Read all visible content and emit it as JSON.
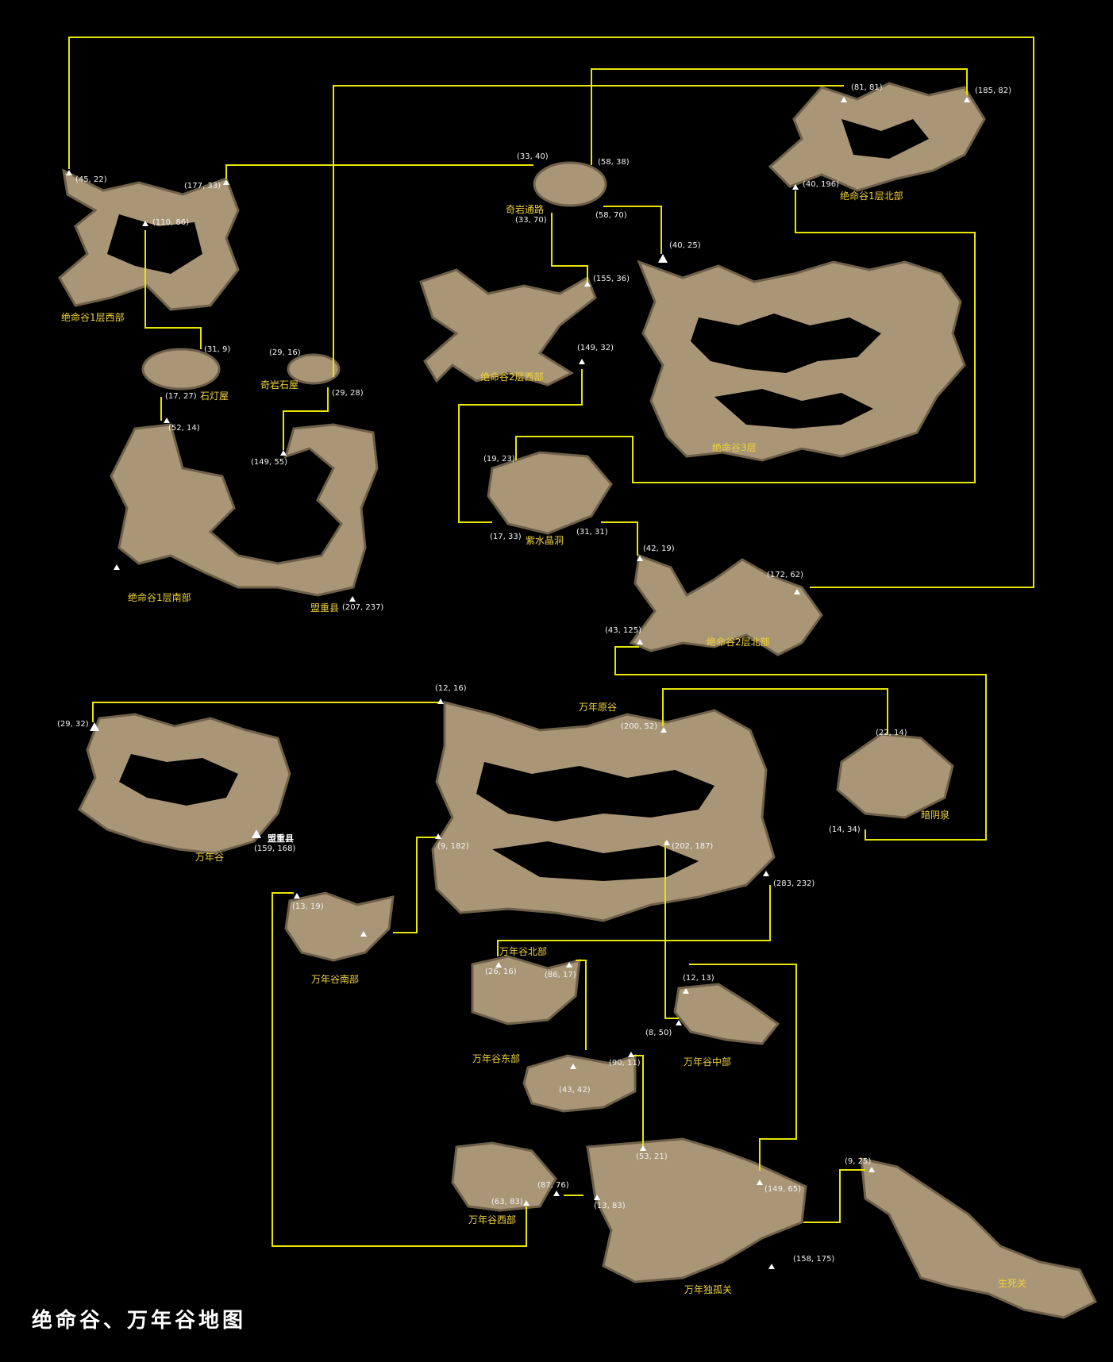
{
  "title": "绝命谷、万年谷地图",
  "colors": {
    "link": "#e6e600",
    "label": "#f0d23a",
    "coord": "#f2f2f2",
    "terrain": "#a99677",
    "background": "#000000"
  },
  "areas": {
    "jmg1_west": "绝命谷1层西部",
    "jmg1_north": "绝命谷1层北部",
    "jmg1_south": "绝命谷1层南部",
    "jmg2_west": "绝命谷2层西部",
    "jmg2_north": "绝命谷2层北部",
    "jmg3": "绝命谷3层",
    "qiyan_road": "奇岩通路",
    "qiyan_stone_house": "奇岩石屋",
    "stone_lamp_house": "石灯屋",
    "zishui_cave": "紫水晶洞",
    "mengzhong_a": "盟重县",
    "mengzhong_b": "盟重县",
    "wannian_valley": "万年谷",
    "wannian_yuangu": "万年原谷",
    "anyin_spring": "暗阴泉",
    "wannian_south": "万年谷南部",
    "wannian_north": "万年谷北部",
    "wannian_east": "万年谷东部",
    "wannian_middle": "万年谷中部",
    "wannian_west": "万年谷西部",
    "wannian_duhu": "万年独孤关",
    "shengsi_gate": "生死关"
  },
  "coords": {
    "c45_22": "(45, 22)",
    "c177_33": "(177, 33)",
    "c110_86": "(110, 86)",
    "c33_40": "(33, 40)",
    "c58_38": "(58, 38)",
    "c33_70": "(33, 70)",
    "c58_70": "(58, 70)",
    "c81_81": "(81, 81)",
    "c185_82": "(185, 82)",
    "c40_196": "(40, 196)",
    "c40_25": "(40, 25)",
    "c155_36": "(155, 36)",
    "c149_32": "(149, 32)",
    "c31_9": "(31, 9)",
    "c29_16": "(29, 16)",
    "c17_27": "(17, 27)",
    "c29_28": "(29, 28)",
    "c52_14": "(52, 14)",
    "c149_55": "(149, 55)",
    "c207_237": "(207, 237)",
    "c19_23": "(19, 23)",
    "c17_33": "(17, 33)",
    "c31_31": "(31, 31)",
    "c42_19": "(42, 19)",
    "c172_62": "(172, 62)",
    "c43_125": "(43, 125)",
    "c12_16": "(12, 16)",
    "c29_32": "(29, 32)",
    "c200_52": "(200, 52)",
    "c22_14": "(22, 14)",
    "c14_34": "(14, 34)",
    "c159_168": "(159, 168)",
    "c9_182": "(9, 182)",
    "c202_187": "(202, 187)",
    "c283_232": "(283, 232)",
    "c13_19": "(13, 19)",
    "c26_16": "(26, 16)",
    "c86_17": "(86, 17)",
    "c12_13": "(12, 13)",
    "c8_50": "(8, 50)",
    "c90_11": "(90, 11)",
    "c43_42": "(43, 42)",
    "c53_21": "(53, 21)",
    "c149_65": "(149, 65)",
    "c9_25": "(9, 25)",
    "c87_76": "(87, 76)",
    "c63_83": "(63, 83)",
    "c13_83": "(13, 83)",
    "c158_175": "(158, 175)"
  },
  "icons": {
    "portal": "cave-entrance-icon"
  }
}
